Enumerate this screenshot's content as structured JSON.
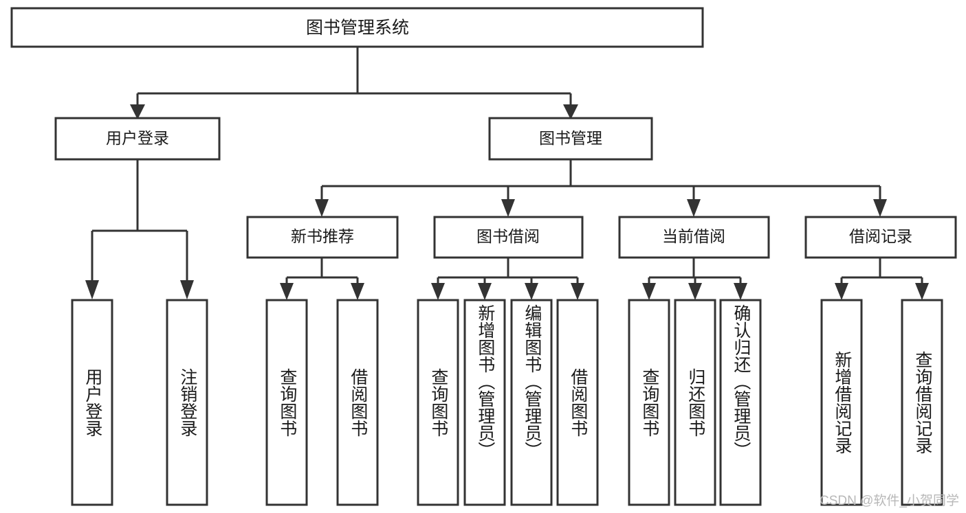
{
  "diagram": {
    "kind": "hierarchy-tree",
    "watermark": "CSDN @软件_小贺同学",
    "colors": {
      "stroke": "#333333",
      "fill": "#ffffff",
      "text": "#1a1a1a",
      "watermark": "#b8b8b8",
      "background": "#ffffff"
    },
    "root": {
      "label": "图书管理系统"
    },
    "level2": [
      {
        "label": "用户登录"
      },
      {
        "label": "图书管理"
      }
    ],
    "level3": [
      {
        "label": "新书推荐"
      },
      {
        "label": "图书借阅"
      },
      {
        "label": "当前借阅"
      },
      {
        "label": "借阅记录"
      }
    ],
    "leaves": {
      "user_login": [
        {
          "label": "用户登录"
        },
        {
          "label": "注销登录"
        }
      ],
      "new_book_recommend": [
        {
          "label": "查询图书"
        },
        {
          "label": "借阅图书"
        }
      ],
      "book_borrow": [
        {
          "label": "查询图书"
        },
        {
          "label": "新增图书（管理员）"
        },
        {
          "label": "编辑图书（管理员）"
        },
        {
          "label": "借阅图书"
        }
      ],
      "current_borrow": [
        {
          "label": "查询图书"
        },
        {
          "label": "归还图书"
        },
        {
          "label": "确认归还（管理员）"
        }
      ],
      "borrow_record": [
        {
          "label": "新增借阅记录"
        },
        {
          "label": "查询借阅记录"
        }
      ]
    }
  }
}
